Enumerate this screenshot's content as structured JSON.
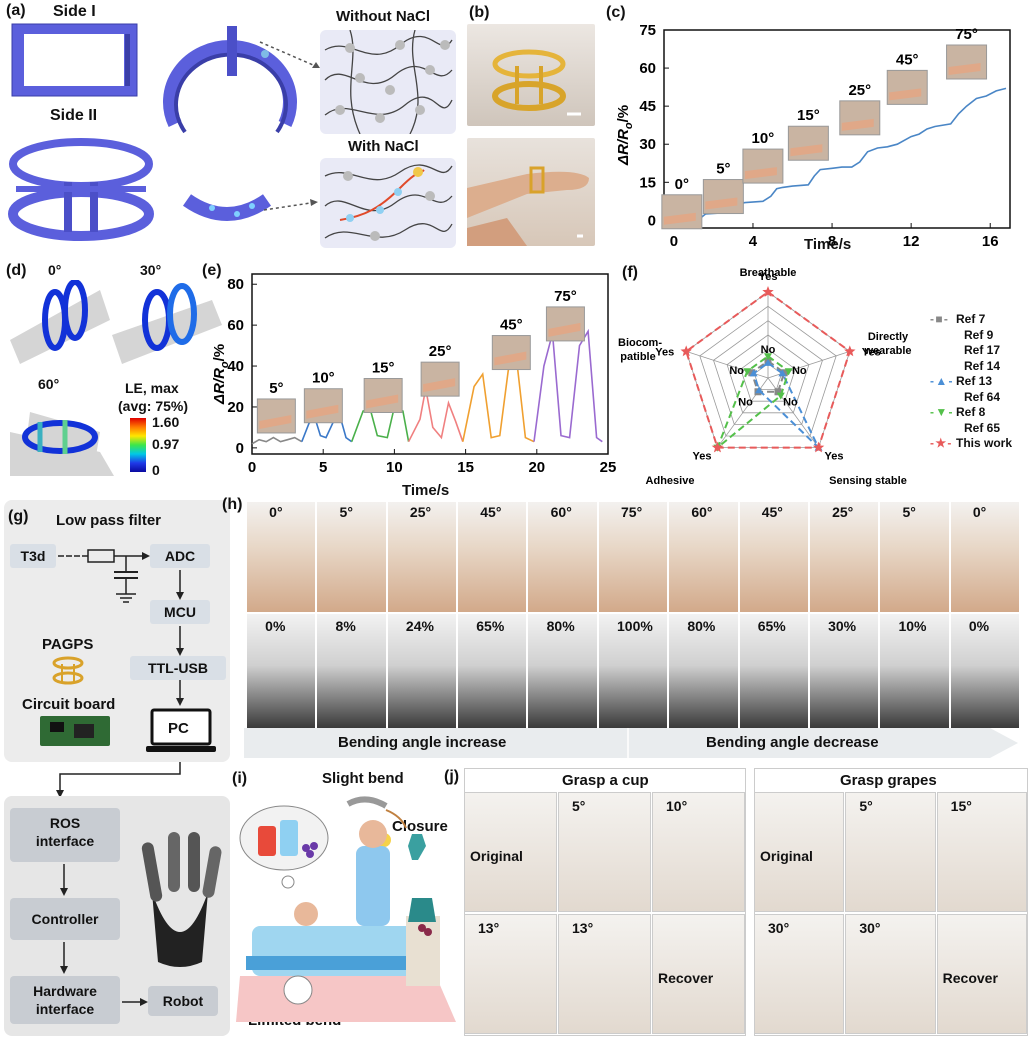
{
  "panels": {
    "a": {
      "label": "(a)",
      "side1": "Side I",
      "side2": "Side II",
      "without": "Without NaCl",
      "with": "With NaCl"
    },
    "b": {
      "label": "(b)"
    },
    "c": {
      "label": "(c)",
      "ylabel": "ΔR/R",
      "ylabel_sub": "o",
      "ylabel_unit": "/%",
      "xlabel": "Time/s",
      "yticks": [
        "0",
        "15",
        "30",
        "45",
        "60",
        "75"
      ],
      "xticks": [
        "0",
        "4",
        "8",
        "12",
        "16"
      ],
      "angles": [
        "0°",
        "5°",
        "10°",
        "15°",
        "25°",
        "45°",
        "75°"
      ]
    },
    "d": {
      "label": "(d)",
      "angles": [
        "0°",
        "30°",
        "60°"
      ],
      "legend_title1": "LE, max",
      "legend_title2": "(avg: 75%)",
      "legend_ticks": [
        "1.60",
        "0.97",
        "0"
      ]
    },
    "e": {
      "label": "(e)",
      "ylabel": "ΔR/R",
      "ylabel_sub": "o",
      "ylabel_unit": "/%",
      "xlabel": "Time/s",
      "yticks": [
        "0",
        "20",
        "40",
        "60",
        "80"
      ],
      "xticks": [
        "0",
        "5",
        "10",
        "15",
        "20",
        "25"
      ],
      "angles": [
        "5°",
        "10°",
        "15°",
        "25°",
        "45°",
        "75°"
      ]
    },
    "f": {
      "label": "(f)",
      "axes": [
        "Breathable",
        "Directly wearable",
        "Sensing stable",
        "Adhesive",
        "Biocom-patible"
      ],
      "axis_lines": {
        "breathable": "Breathable",
        "directly1": "Directly",
        "directly2": "wearable",
        "sensing": "Sensing stable",
        "adhesive": "Adhesive",
        "biocom1": "Biocom-",
        "biocom2": "patible"
      },
      "yes": "Yes",
      "no": "No",
      "legend": [
        "Ref 7",
        "Ref 9",
        "Ref 17",
        "Ref 14",
        "Ref 13",
        "Ref 64",
        "Ref 8",
        "Ref 65",
        "This work"
      ]
    },
    "g": {
      "label": "(g)",
      "title": "Low pass filter",
      "t3d": "T3d",
      "adc": "ADC",
      "mcu": "MCU",
      "ttl": "TTL-USB",
      "pc": "PC",
      "pagps": "PAGPS",
      "circuit": "Circuit board",
      "ros": "ROS interface",
      "ros1": "ROS",
      "ros2": "interface",
      "controller": "Controller",
      "hw1": "Hardware",
      "hw2": "interface",
      "robot": "Robot"
    },
    "h": {
      "label": "(h)",
      "angles": [
        "0°",
        "5°",
        "25°",
        "45°",
        "60°",
        "75°",
        "60°",
        "45°",
        "25°",
        "5°",
        "0°"
      ],
      "percents": [
        "0%",
        "8%",
        "24%",
        "65%",
        "80%",
        "100%",
        "80%",
        "65%",
        "30%",
        "10%",
        "0%"
      ],
      "increase": "Bending angle increase",
      "decrease": "Bending angle decrease"
    },
    "i": {
      "label": "(i)",
      "slight": "Slight bend",
      "closure": "Closure",
      "limited": "Limited bend"
    },
    "j": {
      "label": "(j)",
      "cup_title": "Grasp a cup",
      "grapes_title": "Grasp grapes",
      "cup_top": [
        "Original",
        "5°",
        "10°"
      ],
      "cup_bottom": [
        "13°",
        "13°",
        "Recover"
      ],
      "grape_top": [
        "Original",
        "5°",
        "15°"
      ],
      "grape_bottom": [
        "30°",
        "30°",
        "Recover"
      ]
    }
  },
  "chart_data": [
    {
      "type": "line",
      "panel": "c",
      "xlabel": "Time/s",
      "ylabel": "ΔR/Ro/%",
      "xlim": [
        -0.5,
        17
      ],
      "ylim": [
        -3,
        75
      ],
      "series": [
        {
          "x": [
            0,
            1.2,
            1.6,
            2.5,
            2.9,
            3.2,
            3.6,
            4.5,
            4.9,
            5.2,
            5.5,
            6.0,
            6.8,
            7.1,
            7.4,
            8.0,
            8.5,
            9.0,
            9.4,
            9.8,
            10.3,
            10.8,
            11.3,
            12.0,
            12.4,
            12.8,
            13.2,
            14.0,
            14.4,
            14.8,
            15.3,
            15.8,
            16.3,
            16.8
          ],
          "y": [
            0,
            0,
            2.5,
            3,
            3.5,
            6.5,
            7,
            7.5,
            9.5,
            12.5,
            13,
            13.5,
            14,
            17.5,
            20,
            20.5,
            21,
            21,
            23,
            27,
            28.5,
            29,
            30,
            33,
            34,
            36,
            37,
            38,
            42,
            45,
            48,
            49,
            51,
            52
          ]
        }
      ],
      "annotations": [
        "0°",
        "5°",
        "10°",
        "15°",
        "25°",
        "45°",
        "75°"
      ]
    },
    {
      "type": "line",
      "panel": "e",
      "xlabel": "Time/s",
      "ylabel": "ΔR/Ro/%",
      "xlim": [
        0,
        25
      ],
      "ylim": [
        -3,
        85
      ],
      "series": [
        {
          "name": "5°",
          "x": [
            0,
            0.5,
            1,
            1.5,
            2,
            2.5,
            3,
            3.5
          ],
          "y": [
            2,
            4,
            3,
            5,
            3,
            4,
            5,
            3
          ]
        },
        {
          "name": "10°",
          "x": [
            3.5,
            4,
            4.4,
            4.8,
            5.2,
            5.8,
            6.2,
            6.6,
            7
          ],
          "y": [
            3,
            12,
            15,
            6,
            5,
            14,
            15,
            5,
            3
          ]
        },
        {
          "name": "15°",
          "x": [
            7,
            7.8,
            8.3,
            8.8,
            9.5,
            10,
            10.6,
            11
          ],
          "y": [
            3,
            18,
            19,
            6,
            5,
            20,
            18,
            3
          ]
        },
        {
          "name": "25°",
          "x": [
            11,
            11.8,
            12.2,
            12.7,
            13.3,
            13.8,
            14.3,
            14.8
          ],
          "y": [
            3,
            14,
            29,
            10,
            5,
            22,
            13,
            3
          ]
        },
        {
          "name": "45°",
          "x": [
            14.8,
            15.6,
            16.2,
            16.8,
            17.4,
            18,
            18.6,
            19.2,
            19.8
          ],
          "y": [
            3,
            30,
            36,
            5,
            6,
            38,
            42,
            5,
            3
          ]
        },
        {
          "name": "75°",
          "x": [
            19.8,
            20.5,
            21.1,
            21.7,
            22.3,
            23,
            23.6,
            24.2,
            24.6
          ],
          "y": [
            3,
            40,
            56,
            6,
            5,
            50,
            57,
            5,
            3
          ]
        }
      ],
      "annotations": [
        "5°",
        "10°",
        "15°",
        "25°",
        "45°",
        "75°"
      ]
    },
    {
      "type": "radar",
      "panel": "f",
      "axes": [
        "Breathable",
        "Directly wearable",
        "Sensing stable",
        "Adhesive",
        "Biocom-patible"
      ],
      "series": [
        {
          "name": "Ref 7 / Ref 9 / Ref 17 / Ref 14",
          "values": [
            "No",
            "No",
            "No",
            "No",
            "No"
          ]
        },
        {
          "name": "Ref 13 / Ref 64",
          "values": [
            "No",
            "No",
            "Yes",
            "No",
            "No"
          ]
        },
        {
          "name": "Ref 8 / Ref 65",
          "values": [
            "No",
            "No",
            "No",
            "Yes",
            "No"
          ]
        },
        {
          "name": "This work",
          "values": [
            "Yes",
            "Yes",
            "Yes",
            "Yes",
            "Yes"
          ]
        }
      ],
      "colors": {
        "ref_gray": "#888888",
        "ref_blue": "#4b8fd6",
        "ref_green": "#54c04a",
        "this_work": "#e85a5a"
      }
    }
  ]
}
